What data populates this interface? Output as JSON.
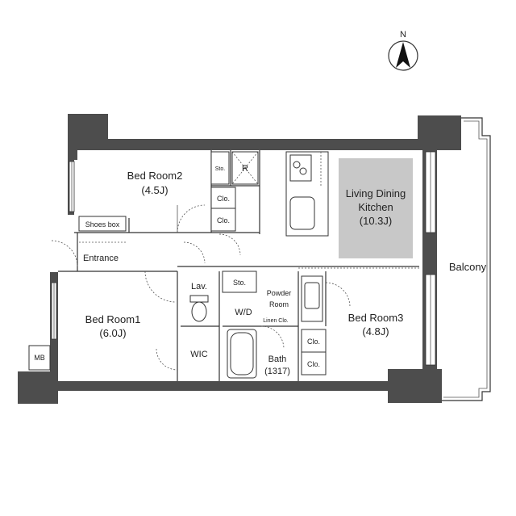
{
  "compass": {
    "north_label": "N",
    "icon": "north-arrow-icon"
  },
  "rooms": {
    "bedroom2": {
      "name": "Bed Room2",
      "size": "(4.5J)"
    },
    "bedroom1": {
      "name": "Bed Room1",
      "size": "(6.0J)"
    },
    "bedroom3": {
      "name": "Bed Room3",
      "size": "(4.8J)"
    },
    "ldk": {
      "name_line1": "Living Dining",
      "name_line2": "Kitchen",
      "size": "(10.3J)"
    },
    "balcony": {
      "name": "Balcony"
    },
    "entrance": {
      "name": "Entrance"
    },
    "shoes_box": {
      "name": "Shoes box"
    },
    "lav": {
      "name": "Lav."
    },
    "wd": {
      "name": "W/D"
    },
    "powder_room": {
      "name_line1": "Powder",
      "name_line2": "Room"
    },
    "linen_closet": {
      "name": "Linen Clo."
    },
    "wic": {
      "name": "WIC"
    },
    "bath": {
      "name": "Bath",
      "size": "(1317)"
    },
    "mb": {
      "name": "MB"
    },
    "sto_top": {
      "name": "Sto."
    },
    "sto_mid": {
      "name": "Sto."
    },
    "refrigerator": {
      "name": "R"
    },
    "clo_bedroom2_a": {
      "name": "Clo."
    },
    "clo_bedroom2_b": {
      "name": "Clo."
    },
    "clo_bedroom3_a": {
      "name": "Clo."
    },
    "clo_bedroom3_b": {
      "name": "Clo."
    }
  },
  "colors": {
    "wall": "#4d4d4d",
    "ldk_highlight": "#c8c8c8"
  }
}
